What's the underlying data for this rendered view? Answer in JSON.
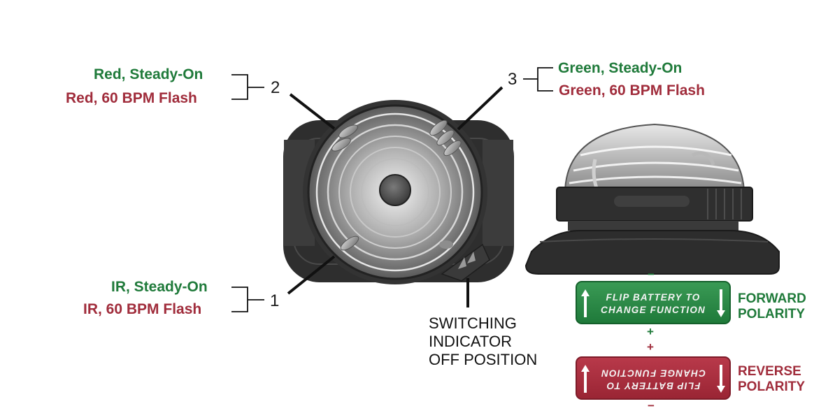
{
  "labels": {
    "led2": {
      "number": "2",
      "steady": "Red, Steady-On",
      "flash": "Red, 60 BPM Flash"
    },
    "led3": {
      "number": "3",
      "steady": "Green, Steady-On",
      "flash": "Green, 60 BPM Flash"
    },
    "led1": {
      "number": "1",
      "steady": "IR, Steady-On",
      "flash": "IR, 60 BPM Flash"
    },
    "switch_indicator": [
      "SWITCHING",
      "INDICATOR",
      "OFF POSITION"
    ]
  },
  "battery": {
    "text_line1": "FLIP BATTERY TO",
    "text_line2": "CHANGE FUNCTION",
    "forward": {
      "label_line1": "FORWARD",
      "label_line2": "POLARITY",
      "top_sign": "−",
      "bottom_sign": "+"
    },
    "reverse": {
      "label_line1": "REVERSE",
      "label_line2": "POLARITY",
      "top_sign": "+",
      "bottom_sign": "−"
    }
  },
  "colors": {
    "green": "#1f7a3a",
    "red": "#a02c3b",
    "body_dark": "#2b2b2b"
  }
}
